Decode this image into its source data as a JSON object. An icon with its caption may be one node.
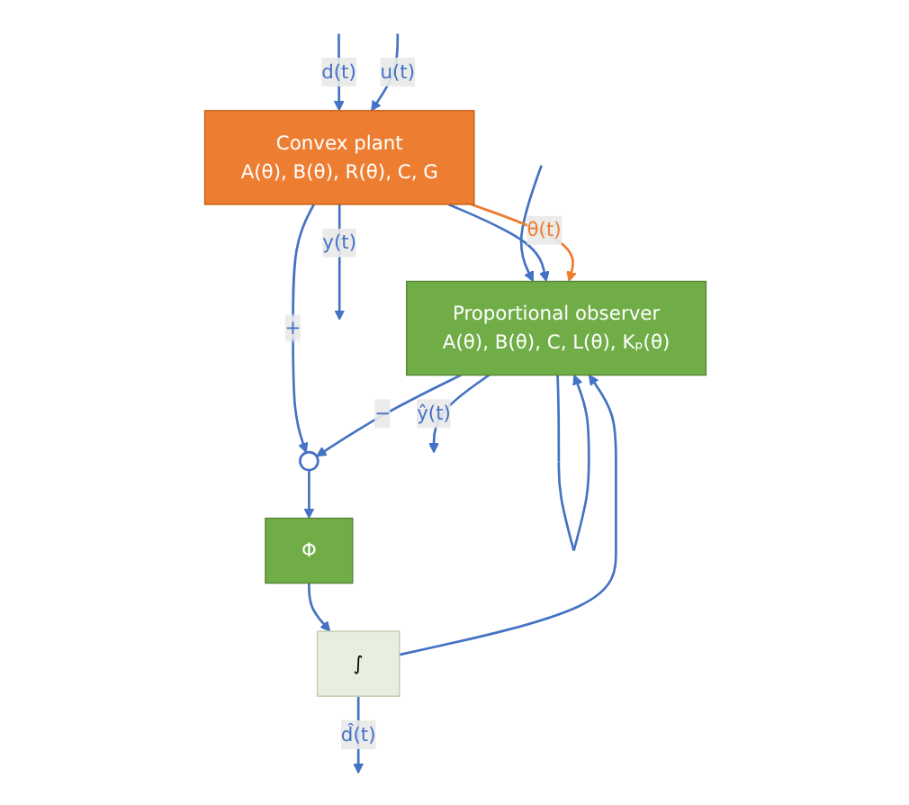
{
  "diagram": {
    "nodes": [
      {
        "text": [
          "Convex plant",
          "A(θ), B(θ), R(θ), C, G"
        ]
      },
      {
        "text": [
          "Proportional observer",
          "A(θ), B(θ), C, L(θ), Kₚ(θ)"
        ]
      },
      {
        "text": [],
        "shape": "circle"
      },
      {
        "text": [
          "Φ"
        ]
      },
      {
        "text": [
          "∫"
        ]
      }
    ],
    "edges": [
      {
        "from": null,
        "to": 0,
        "arrow": "to",
        "label": "d(t)"
      },
      {
        "from": null,
        "to": 0,
        "arrow": "to",
        "label": "u(t)"
      },
      {
        "from": null,
        "to": 1,
        "arrow": "to"
      },
      {
        "from": 0,
        "to": null,
        "arrow": "to",
        "label": "y(t)"
      },
      {
        "from": 0,
        "to": 1,
        "arrow": "to"
      },
      {
        "from": 0,
        "to": 2,
        "arrow": "to",
        "label": "+"
      },
      {
        "from": 0,
        "to": 1,
        "arrow": "to",
        "label": "θ(t)",
        "color": "#ed7d31"
      },
      {
        "from": 1,
        "to": null,
        "arrow": "to",
        "label": "ŷ(t)"
      },
      {
        "from": 1,
        "to": 1,
        "arrow": "to"
      },
      {
        "from": 1,
        "to": 2,
        "arrow": "to",
        "label": "−"
      },
      {
        "from": 2,
        "to": 3,
        "arrow": "to"
      },
      {
        "from": 3,
        "to": 4,
        "arrow": "to"
      },
      {
        "from": 4,
        "to": null,
        "arrow": "to",
        "label": "d̂(t)"
      },
      {
        "from": 4,
        "to": 1,
        "arrow": "to"
      }
    ]
  }
}
